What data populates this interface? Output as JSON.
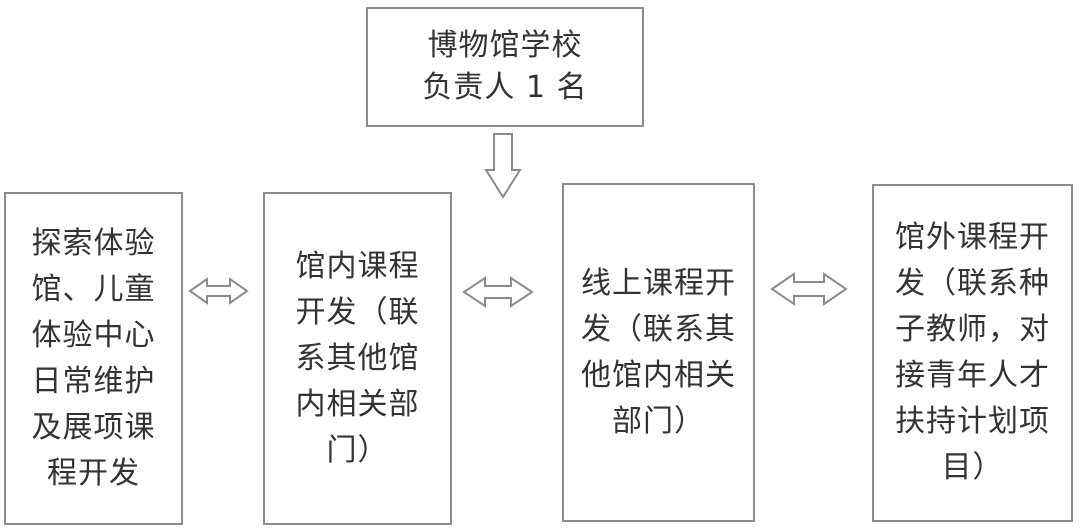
{
  "diagram": {
    "top_node": {
      "lines": [
        "博物馆学校",
        "负责人 1 名"
      ]
    },
    "nodes": [
      {
        "id": "exploration",
        "lines": [
          "探索体验",
          "馆、儿童",
          "体验中心",
          "日常维护",
          "及展项课",
          "程开发"
        ]
      },
      {
        "id": "in-house",
        "lines": [
          "馆内课程",
          "开发（联",
          "系其他馆",
          "内相关部",
          "门）"
        ]
      },
      {
        "id": "online",
        "lines": [
          "线上课程开",
          "发（联系其",
          "他馆内相关",
          "部门）"
        ]
      },
      {
        "id": "external",
        "lines": [
          "馆外课程开",
          "发（联系种",
          "子教师，对",
          "接青年人才",
          "扶持计划项",
          "目）"
        ]
      }
    ],
    "connectors": [
      {
        "from": "top_node",
        "to": "online",
        "type": "down-arrow"
      },
      {
        "from": "exploration",
        "to": "in-house",
        "type": "double-arrow"
      },
      {
        "from": "in-house",
        "to": "online",
        "type": "double-arrow"
      },
      {
        "from": "online",
        "to": "external",
        "type": "double-arrow"
      }
    ],
    "colors": {
      "border": "#8c8c8c",
      "text": "#333333",
      "fill": "#ffffff"
    }
  }
}
